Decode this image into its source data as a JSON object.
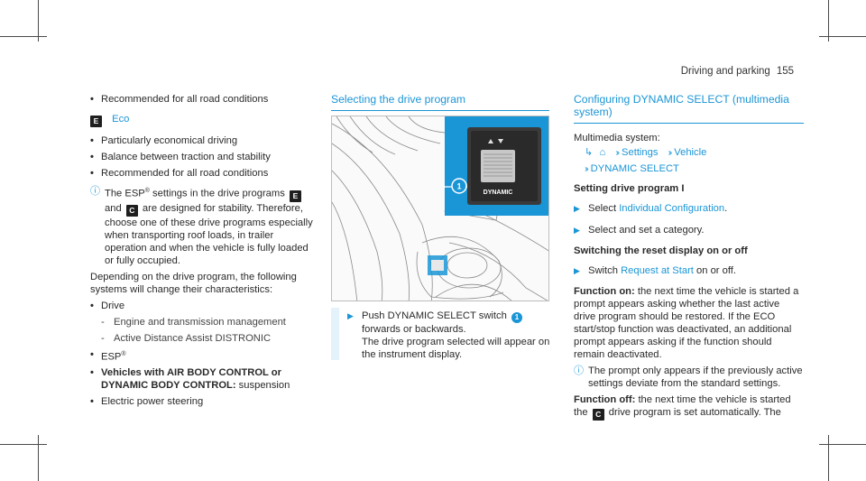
{
  "header": {
    "section": "Driving and parking",
    "page_number": "155"
  },
  "left": {
    "bullets_top": [
      "Recommended for all road conditions"
    ],
    "eco": {
      "key": "E",
      "label": "Eco"
    },
    "eco_bullets": [
      "Particularly economical driving",
      "Balance between traction and stability",
      "Recommended for all road conditions"
    ],
    "note": {
      "icon": "i",
      "p1": "The ESP",
      "p1_sup": "®",
      "p2": " settings in the drive programs ",
      "key1": "E",
      "p3": "and ",
      "key2": "C",
      "p4": " are designed for stability. Therefore, choose one of these drive programs especially when transporting roof loads, in trailer operation and when the vehicle is fully loaded or fully occupied."
    },
    "depending": "Depending on the drive program, the following systems will change their characteristics:",
    "drive": "Drive",
    "drive_sub": [
      "Engine and transmission management",
      "Active Distance Assist DISTRONIC"
    ],
    "esp": "ESP",
    "esp_sup": "®",
    "vehicles_bold": "Vehicles with AIR BODY CONTROL or DYNAMIC BODY CONTROL:",
    "vehicles_rest": " suspension",
    "electric": "Electric power steering"
  },
  "middle": {
    "title": "Selecting the drive program",
    "figure": {
      "button_label": "DYNAMIC",
      "callout": "1"
    },
    "step_a": "Push DYNAMIC SELECT switch ",
    "step_num": "1",
    "step_b": " forwards or backwards.",
    "step_c": "The drive program selected will appear on the instrument display."
  },
  "right": {
    "title": "Configuring DYNAMIC SELECT (multimedia system)",
    "multimedia": "Multimedia system:",
    "path": {
      "home_icon": "home-icon",
      "settings": "Settings",
      "vehicle": "Vehicle",
      "dynamic": "DYNAMIC SELECT"
    },
    "setting_head": "Setting drive program I",
    "select_a": "Select ",
    "select_link": "Individual Configuration",
    "select_b": ".",
    "select_set": "Select and set a category.",
    "switching_head": "Switching the reset display on or off",
    "switch_a": "Switch ",
    "switch_link": "Request at Start",
    "switch_b": " on or off.",
    "fon_bold": "Function on:",
    "fon_rest": " the next time the vehicle is started a prompt appears asking whether the last active drive program should be restored. If the ECO start/stop function was deactivated, an additional prompt appears asking if the function should remain deactivated.",
    "note2": "The prompt only appears if the previously active settings deviate from the standard settings.",
    "foff_bold": "Function off:",
    "foff_rest_a": " the next time the vehicle is started the ",
    "foff_key": "C",
    "foff_rest_b": " drive program is set automatically. The"
  }
}
